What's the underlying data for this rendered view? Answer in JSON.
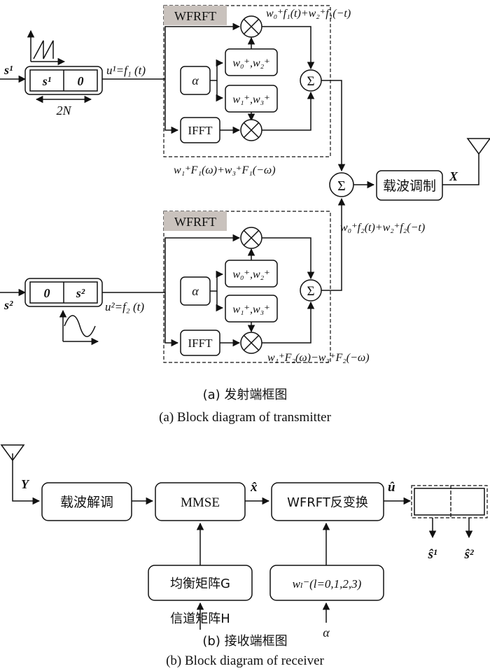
{
  "transmitter": {
    "input1_label": "s¹",
    "input2_label": "s²",
    "buffer1": {
      "left": "s¹",
      "right": "0"
    },
    "buffer2": {
      "left": "0",
      "right": "s²"
    },
    "width_label": "2N",
    "u1_label": "u¹=f₁ (t)",
    "u2_label": "u²=f₂ (t)",
    "wfrft_tag": "WFRFT",
    "alpha": "α",
    "weights_even": "w₀⁺,w₂⁺",
    "weights_odd": "w₁⁺,w₃⁺",
    "ifft": "IFFT",
    "sum": "Σ",
    "mult": "⊗",
    "expr_time_1": "w₀⁺f₁(t)+w₂⁺f₁(−t)",
    "expr_freq_1": "w₁⁺F₁(ω)+w₃⁺F₁(−ω)",
    "expr_time_2": "w₀⁺f₂(t)+w₂⁺f₂(−t)",
    "expr_freq_2": "w₁⁺F₂(ω)−w₃⁺F₂(−ω)",
    "modulation": "载波调制",
    "output_label": "X"
  },
  "caption_a_cn": "(a) 发射端框图",
  "caption_a_en": "(a) Block diagram of transmitter",
  "receiver": {
    "input_label": "Y",
    "demod": "载波解调",
    "mmse": "MMSE",
    "x_hat": "x̂",
    "inverse": "WFRFT反变换",
    "u_hat": "û",
    "equalizer": "均衡矩阵G",
    "channel": "信道矩阵H",
    "weights": "wₗ⁻(l=0,1,2,3)",
    "alpha": "α",
    "s1_hat": "ŝ¹",
    "s2_hat": "ŝ²"
  },
  "caption_b_cn": "(b) 接收端框图",
  "caption_b_en": "(b) Block diagram of receiver"
}
